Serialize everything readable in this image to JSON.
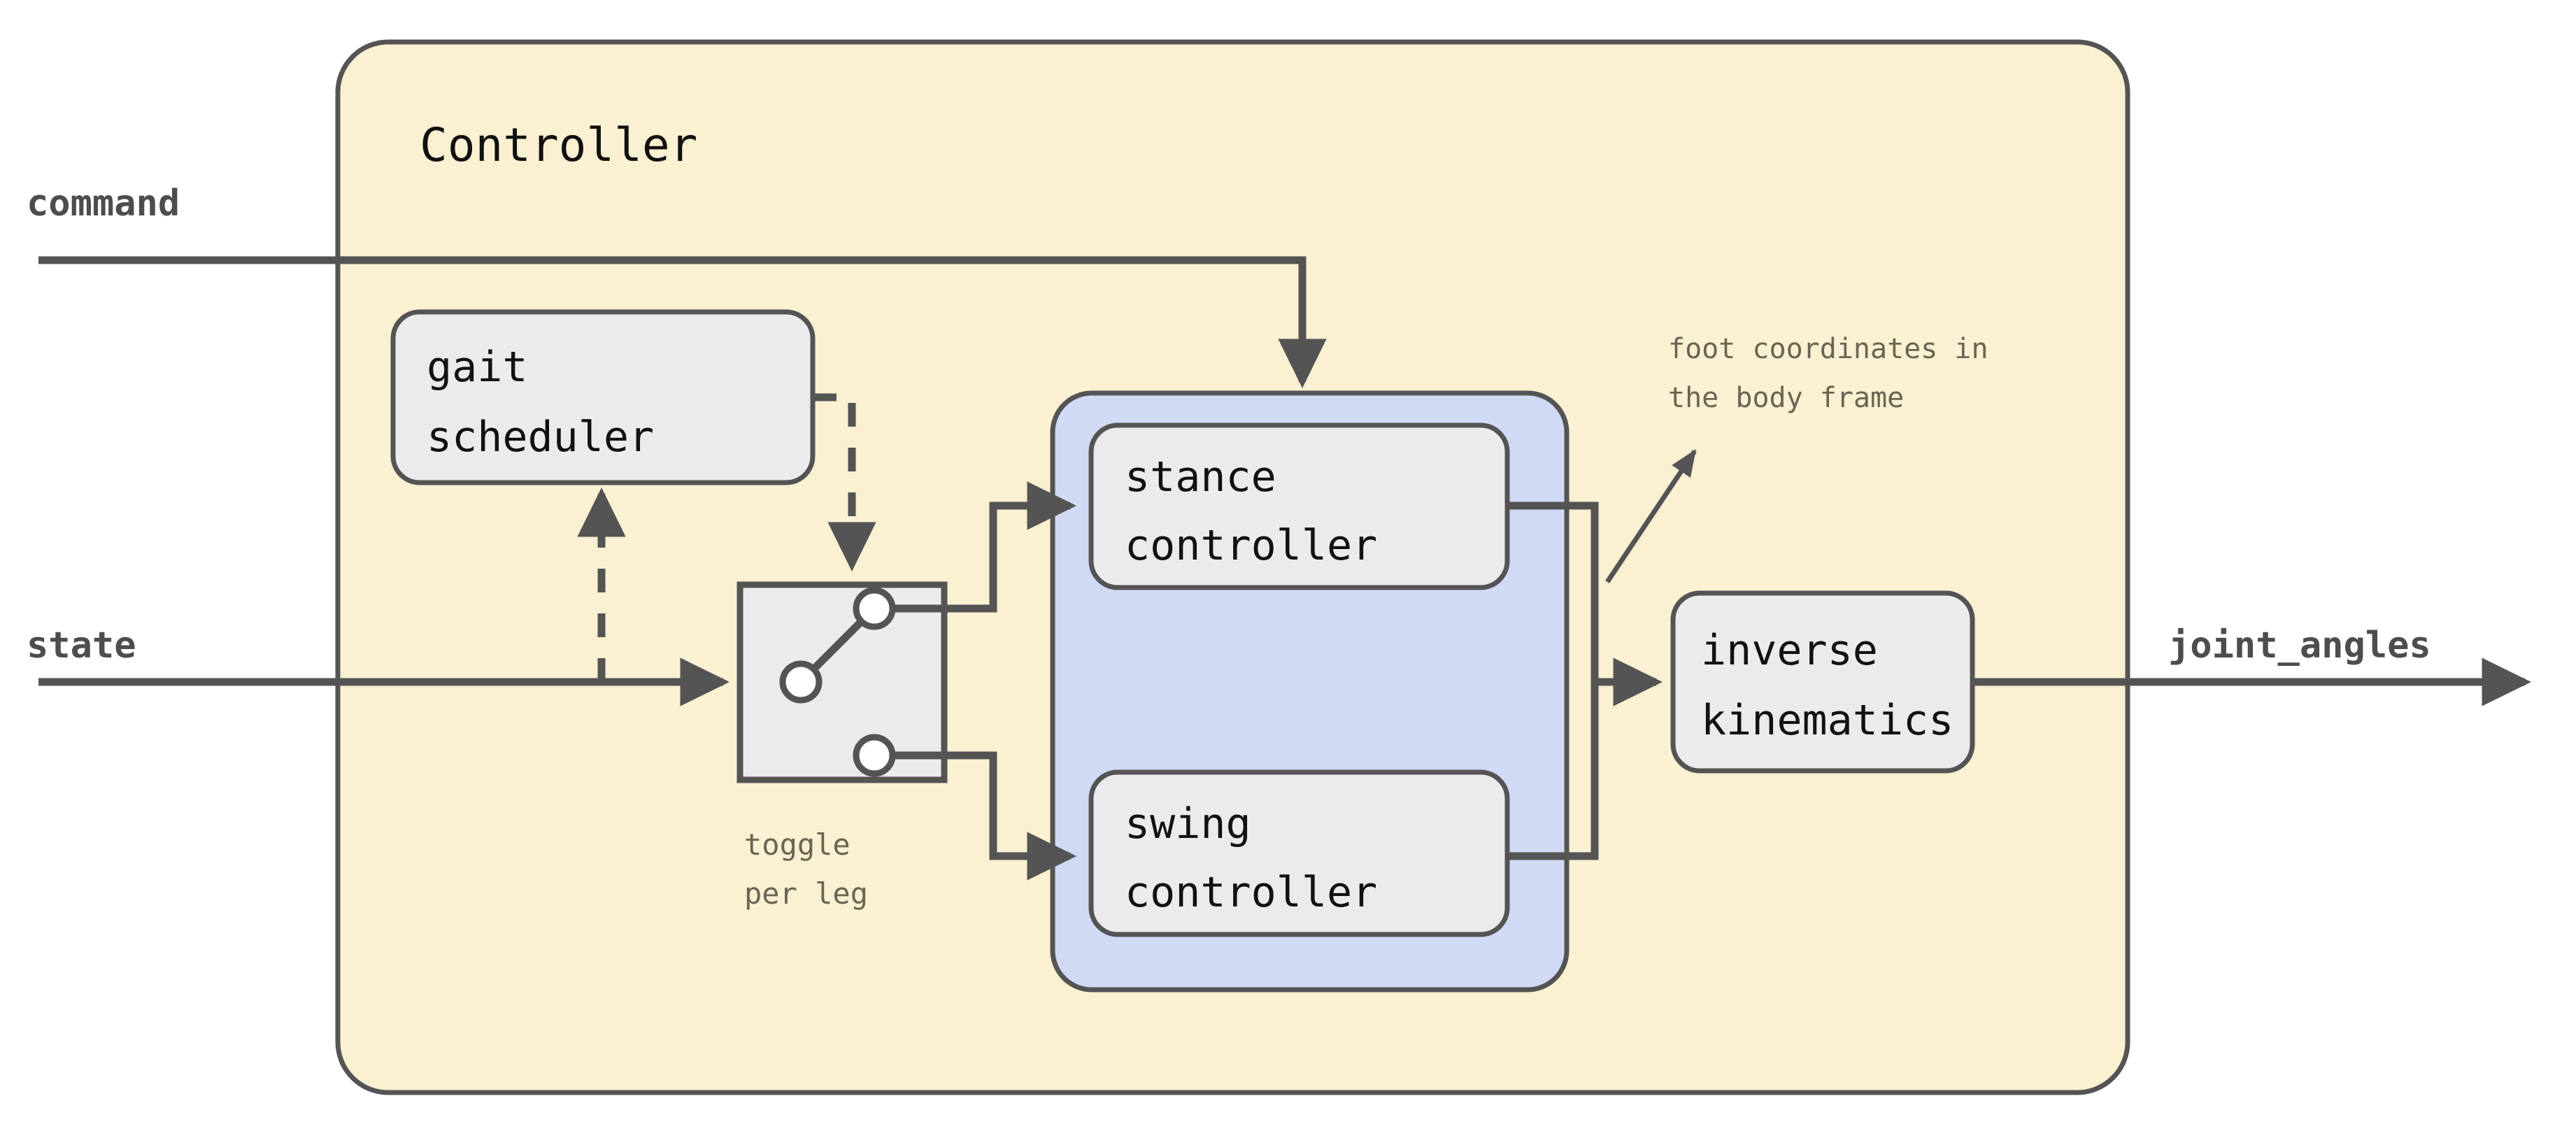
{
  "diagram": {
    "title": "Controller",
    "colors": {
      "outer_panel_fill": "#faf0d2",
      "inner_panel_fill": "#d0daf5",
      "node_fill": "#ebebee",
      "stroke": "#545454",
      "note_text": "#6b6453",
      "page_background": "#ffffff"
    },
    "inputs": [
      {
        "name": "command",
        "label": "command"
      },
      {
        "name": "state",
        "label": "state"
      }
    ],
    "outputs": [
      {
        "name": "joint_angles",
        "label": "joint_angles"
      }
    ],
    "groups": [
      {
        "name": "controller",
        "label": "Controller"
      }
    ],
    "nodes": [
      {
        "name": "gait-scheduler",
        "line1": "gait",
        "line2": "scheduler"
      },
      {
        "name": "stance-controller",
        "line1": "stance",
        "line2": "controller"
      },
      {
        "name": "swing-controller",
        "line1": "swing",
        "line2": "controller"
      },
      {
        "name": "inverse-kinematics",
        "line1": "inverse",
        "line2": "kinematics"
      }
    ],
    "switch": {
      "name": "toggle-switch",
      "caption_line1": "toggle",
      "caption_line2": "per leg"
    },
    "annotations": [
      {
        "name": "foot-coordinates-note",
        "line1": "foot coordinates in",
        "line2": "the body frame"
      }
    ]
  }
}
